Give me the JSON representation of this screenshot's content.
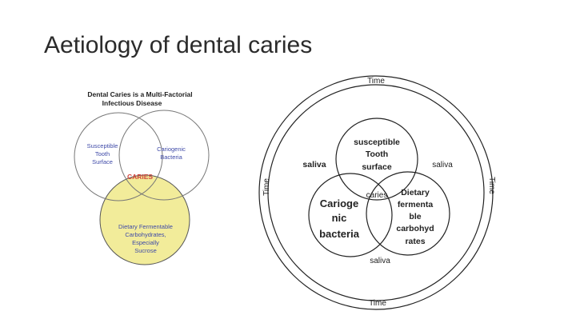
{
  "slide": {
    "title": "Aetiology of dental caries"
  },
  "left_figure": {
    "heading_line1": "Dental Caries is a Multi-Factorial",
    "heading_line2": "Infectious Disease",
    "host": [
      "Susceptible",
      "Tooth",
      "Surface"
    ],
    "bacteria": [
      "Cariogenic",
      "Bacteria"
    ],
    "center": "CARIES",
    "diet": [
      "Dietary Fermentable",
      "Carbohydrates,",
      "Especially",
      "Sucrose"
    ],
    "colors": {
      "diet_fill": "#f2ec9a",
      "caries_text": "#d2443c",
      "label_text": "#3f4aa8"
    }
  },
  "right_figure": {
    "time_top": "Time",
    "time_bottom": "Time",
    "time_left": "Time",
    "time_right": "Time",
    "saliva_left": "saliva",
    "saliva_right": "saliva",
    "saliva_bottom": "saliva",
    "tooth": [
      "susceptible",
      "Tooth",
      "surface"
    ],
    "bacteria": [
      "Carioge",
      "nic",
      "bacteria"
    ],
    "dietary": [
      "Dietary",
      "fermenta",
      "ble",
      "carbohyd",
      "rates"
    ],
    "center": "caries"
  }
}
